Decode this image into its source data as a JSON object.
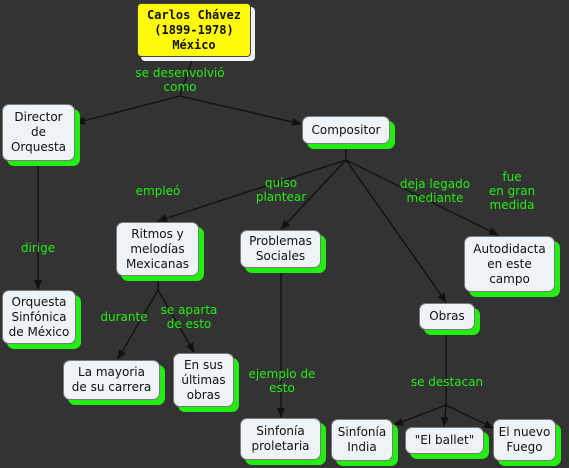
{
  "colors": {
    "background": "#333333",
    "node_fill": "#eef3f7",
    "node_shadow": "#22ee11",
    "root_fill": "#fffa0a",
    "link_label": "#22ee11",
    "line": "#111111"
  },
  "nodes": {
    "root": "Carlos Chávez\n(1899-1978)\nMéxico",
    "director": "Director\nde\nOrquesta",
    "compositor": "Compositor",
    "orquesta": "Orquesta\nSinfónica\nde México",
    "ritmos": "Ritmos y\nmelodías\nMexicanas",
    "problemas": "Problemas\nSociales",
    "autodidacta": "Autodidacta\nen este\ncampo",
    "mayoria": "La mayoria\nde su carrera",
    "ultimas": "En sus\núltimas\nobras",
    "proletaria": "Sinfonía\nproletaria",
    "obras": "Obras",
    "india": "Sinfonía\nIndia",
    "ballet": "\"El ballet\"",
    "fuego": "El nuevo\nFuego"
  },
  "labels": {
    "desenvolvio": "se desenvolvió\ncomo",
    "dirige": "dirige",
    "empleo": "empleó",
    "quiso": "quiso\nplantear",
    "legado": "deja legado\nmediante",
    "fue": "fue\nen gran\nmedida",
    "durante": "durante",
    "aparta": "se aparta\nde esto",
    "ejemplo": "ejemplo de\nesto",
    "destacan": "se destacan"
  }
}
